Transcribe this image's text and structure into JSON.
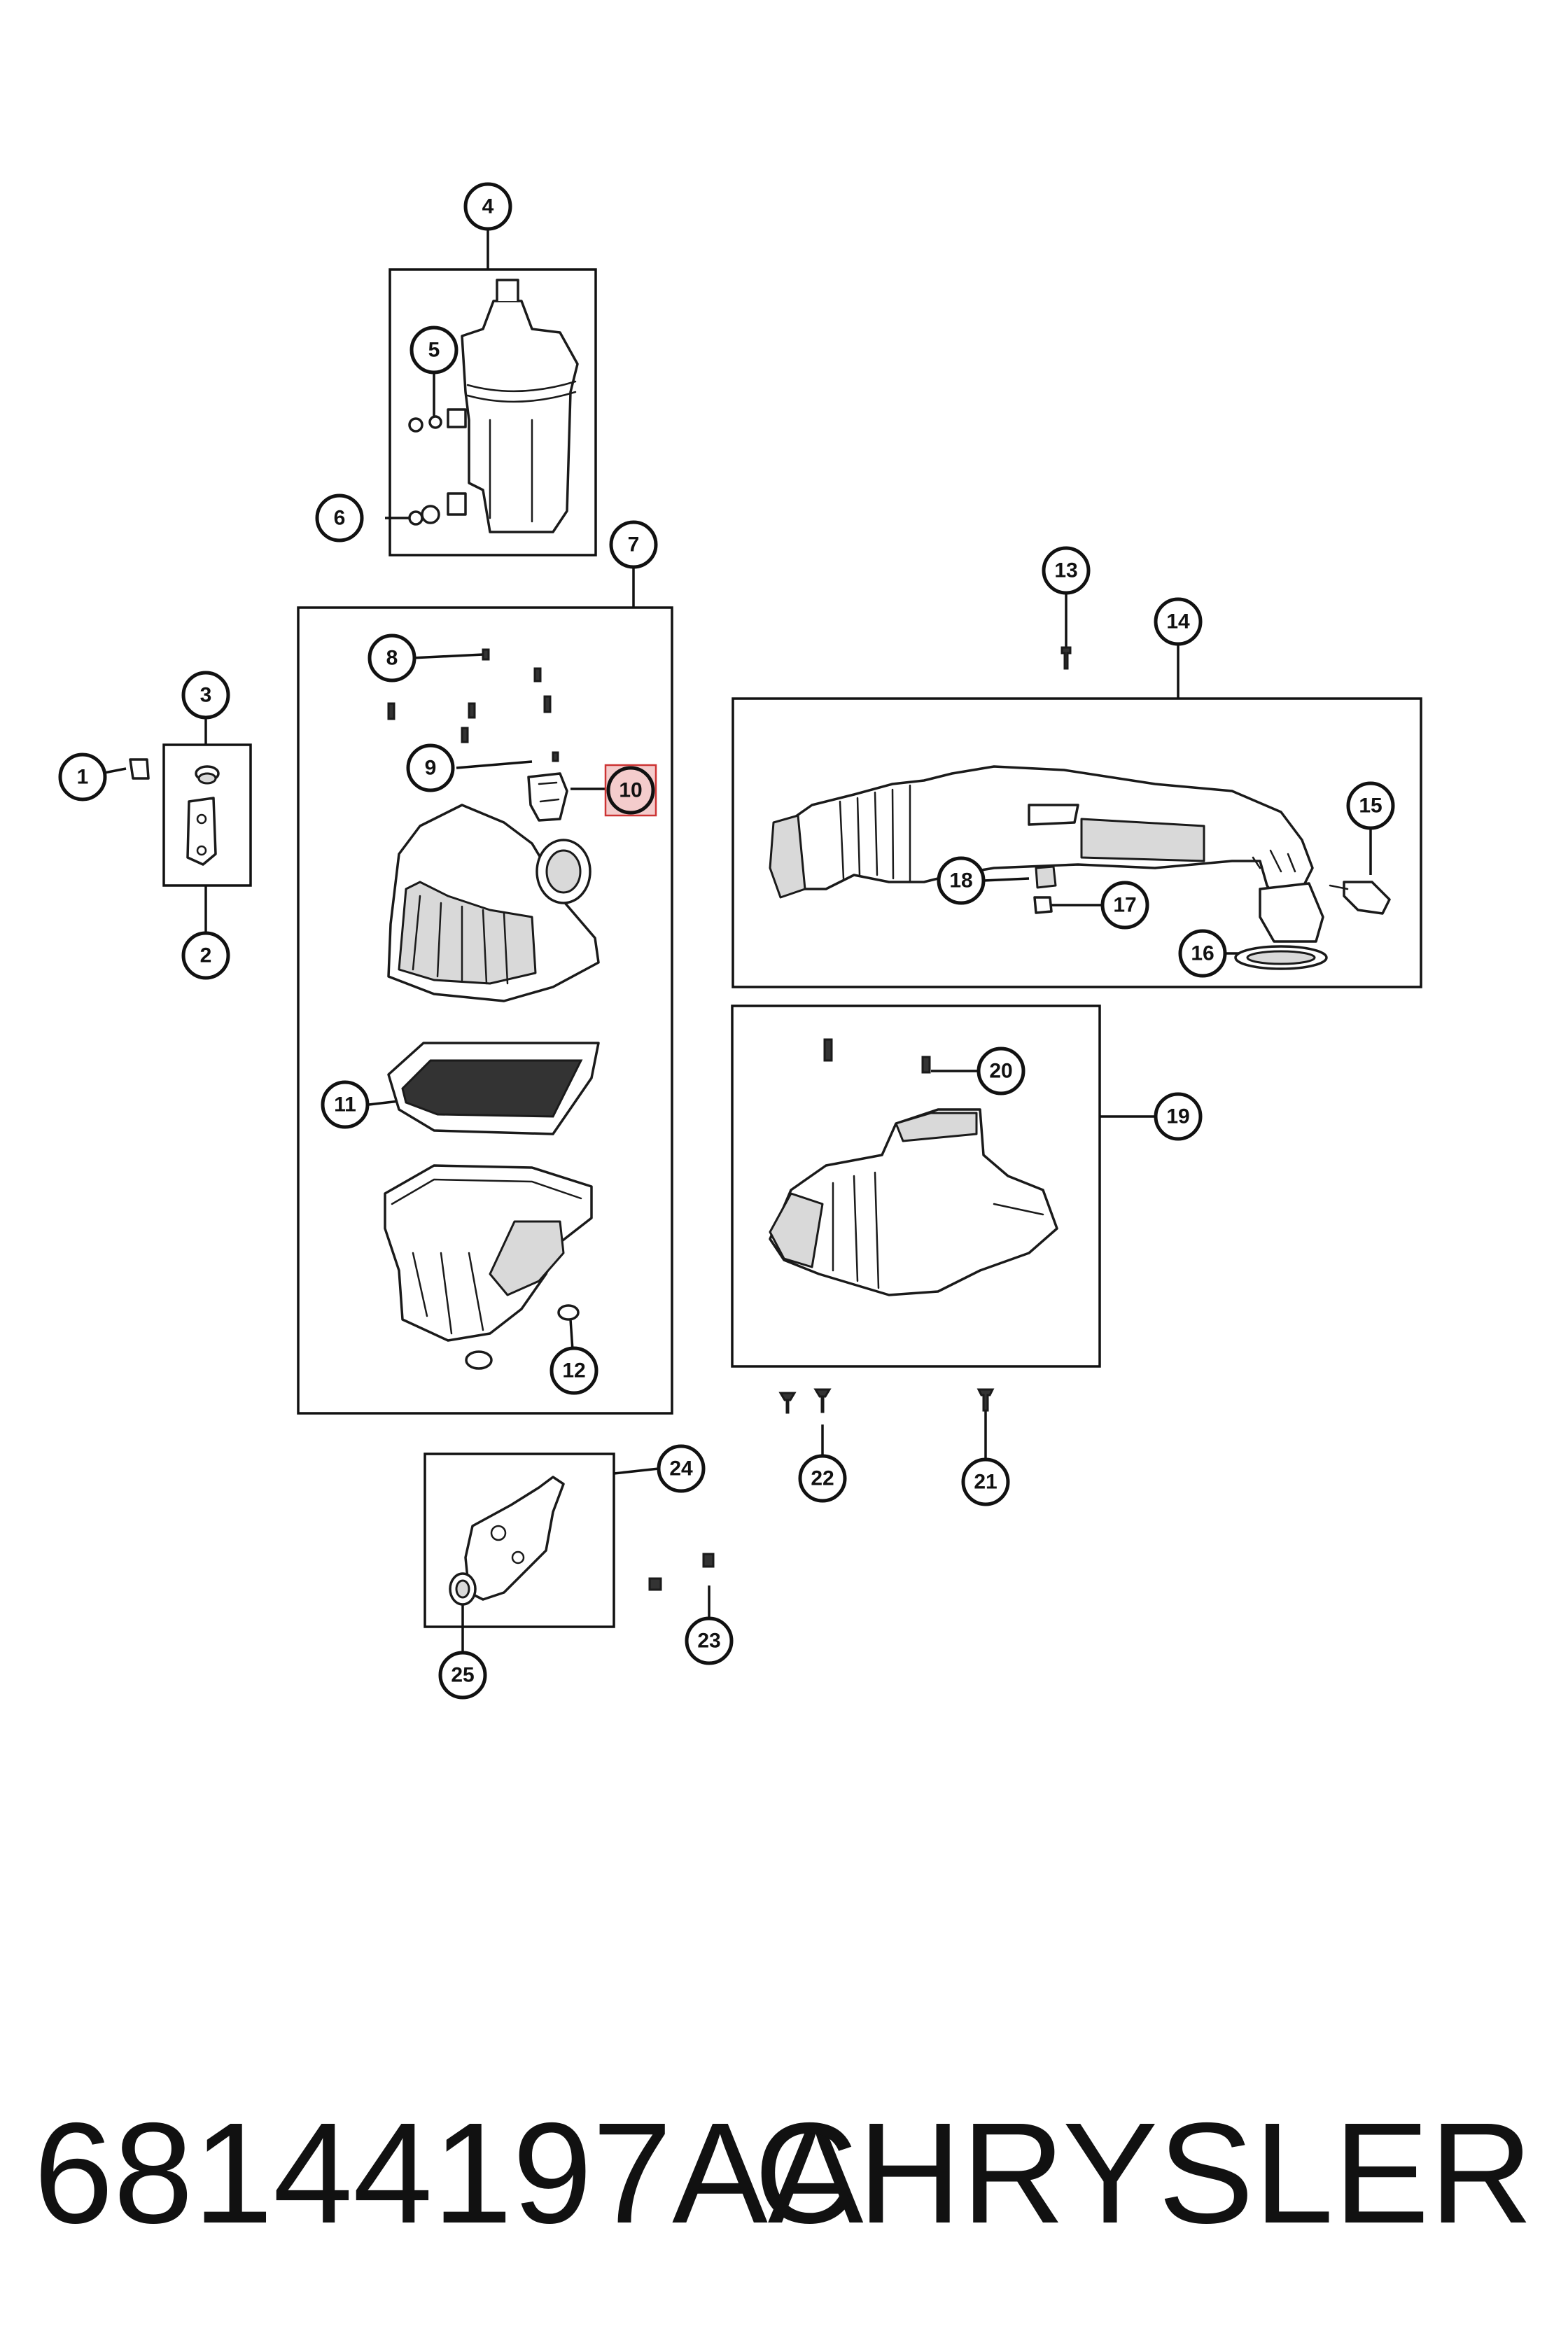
{
  "callouts": [
    {
      "n": "1"
    },
    {
      "n": "2"
    },
    {
      "n": "3"
    },
    {
      "n": "4"
    },
    {
      "n": "5"
    },
    {
      "n": "6"
    },
    {
      "n": "7"
    },
    {
      "n": "8"
    },
    {
      "n": "9"
    },
    {
      "n": "10",
      "highlighted": true
    },
    {
      "n": "11"
    },
    {
      "n": "12"
    },
    {
      "n": "13"
    },
    {
      "n": "14"
    },
    {
      "n": "15"
    },
    {
      "n": "16"
    },
    {
      "n": "17"
    },
    {
      "n": "18"
    },
    {
      "n": "19"
    },
    {
      "n": "20"
    },
    {
      "n": "21"
    },
    {
      "n": "22"
    },
    {
      "n": "23"
    },
    {
      "n": "24"
    },
    {
      "n": "25"
    }
  ],
  "highlight_color": "#f4cccc",
  "footer": {
    "part_number": "68144197AA",
    "brand": "CHRYSLER"
  }
}
